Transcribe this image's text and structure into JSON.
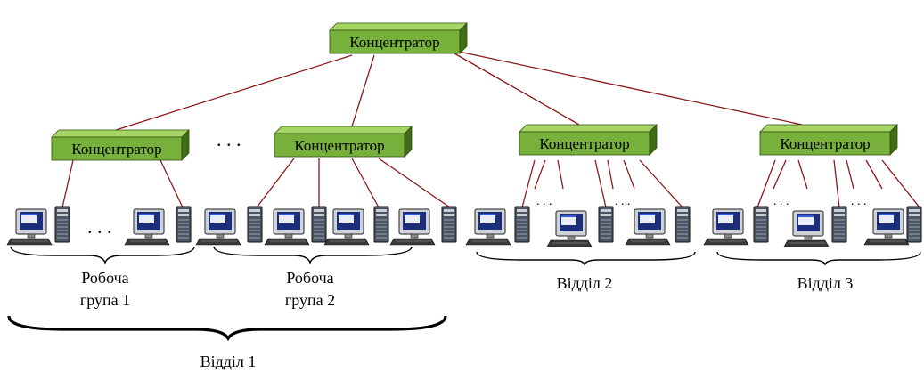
{
  "hub_label": "Концентратор",
  "labels": {
    "group1_line1": "Робоча",
    "group1_line2": "група 1",
    "group2_line1": "Робоча",
    "group2_line2": "група 2",
    "dept1": "Відділ 1",
    "dept2": "Відділ 2",
    "dept3": "Відділ 3"
  },
  "ellipsis_big": ". . .",
  "ellipsis_small": ". . .",
  "colors": {
    "hub_front": "#77b13c",
    "hub_top": "#a6d566",
    "hub_side": "#3f6c14",
    "link": "#8b1a1a"
  }
}
